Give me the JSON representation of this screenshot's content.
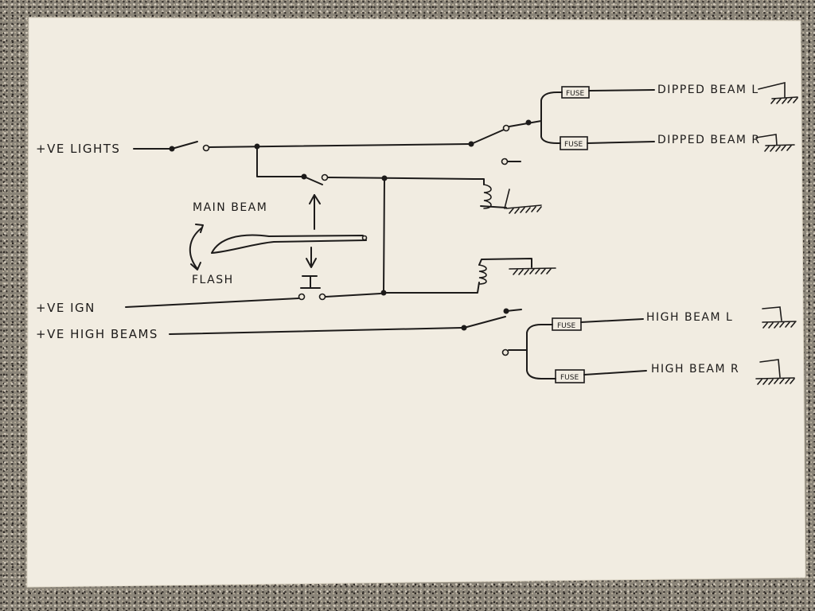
{
  "labels": {
    "ve_lights": "+VE LIGHTS",
    "ve_ign": "+VE IGN",
    "ve_high_beams": "+VE HIGH BEAMS",
    "main_beam": "MAIN BEAM",
    "flash": "FLASH",
    "dipped_beam_l": "DIPPED BEAM L",
    "dipped_beam_r": "DIPPED BEAM R",
    "high_beam_l": "HIGH BEAM L",
    "high_beam_r": "HIGH BEAM R",
    "fuse": "FUSE"
  }
}
